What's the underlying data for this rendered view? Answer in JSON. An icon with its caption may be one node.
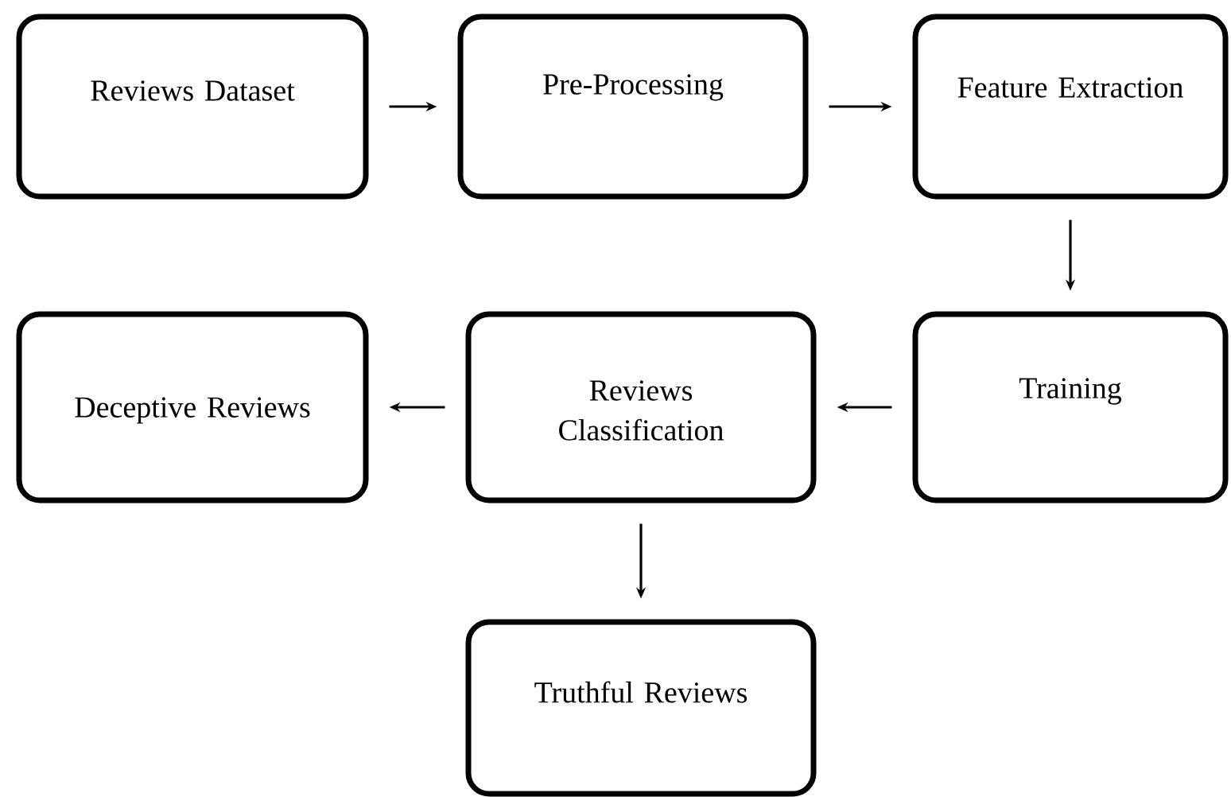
{
  "diagram": {
    "nodes": [
      {
        "text": [
          "Reviews Dataset"
        ]
      },
      {
        "text": [
          "Pre-Processing"
        ]
      },
      {
        "text": [
          "Feature Extraction"
        ]
      },
      {
        "text": [
          "Training"
        ]
      },
      {
        "text": [
          "Reviews Classification"
        ]
      },
      {
        "text": [
          "Deceptive Reviews"
        ]
      },
      {
        "text": [
          "Truthful Reviews"
        ]
      }
    ],
    "edges": [
      {
        "from": 0,
        "to": 1,
        "arrow": "to"
      },
      {
        "from": 1,
        "to": 2,
        "arrow": "to"
      },
      {
        "from": 2,
        "to": 3,
        "arrow": "to"
      },
      {
        "from": 3,
        "to": 4,
        "arrow": "to"
      },
      {
        "from": 4,
        "to": 5,
        "arrow": "to"
      },
      {
        "from": 4,
        "to": 6,
        "arrow": "to"
      }
    ]
  }
}
